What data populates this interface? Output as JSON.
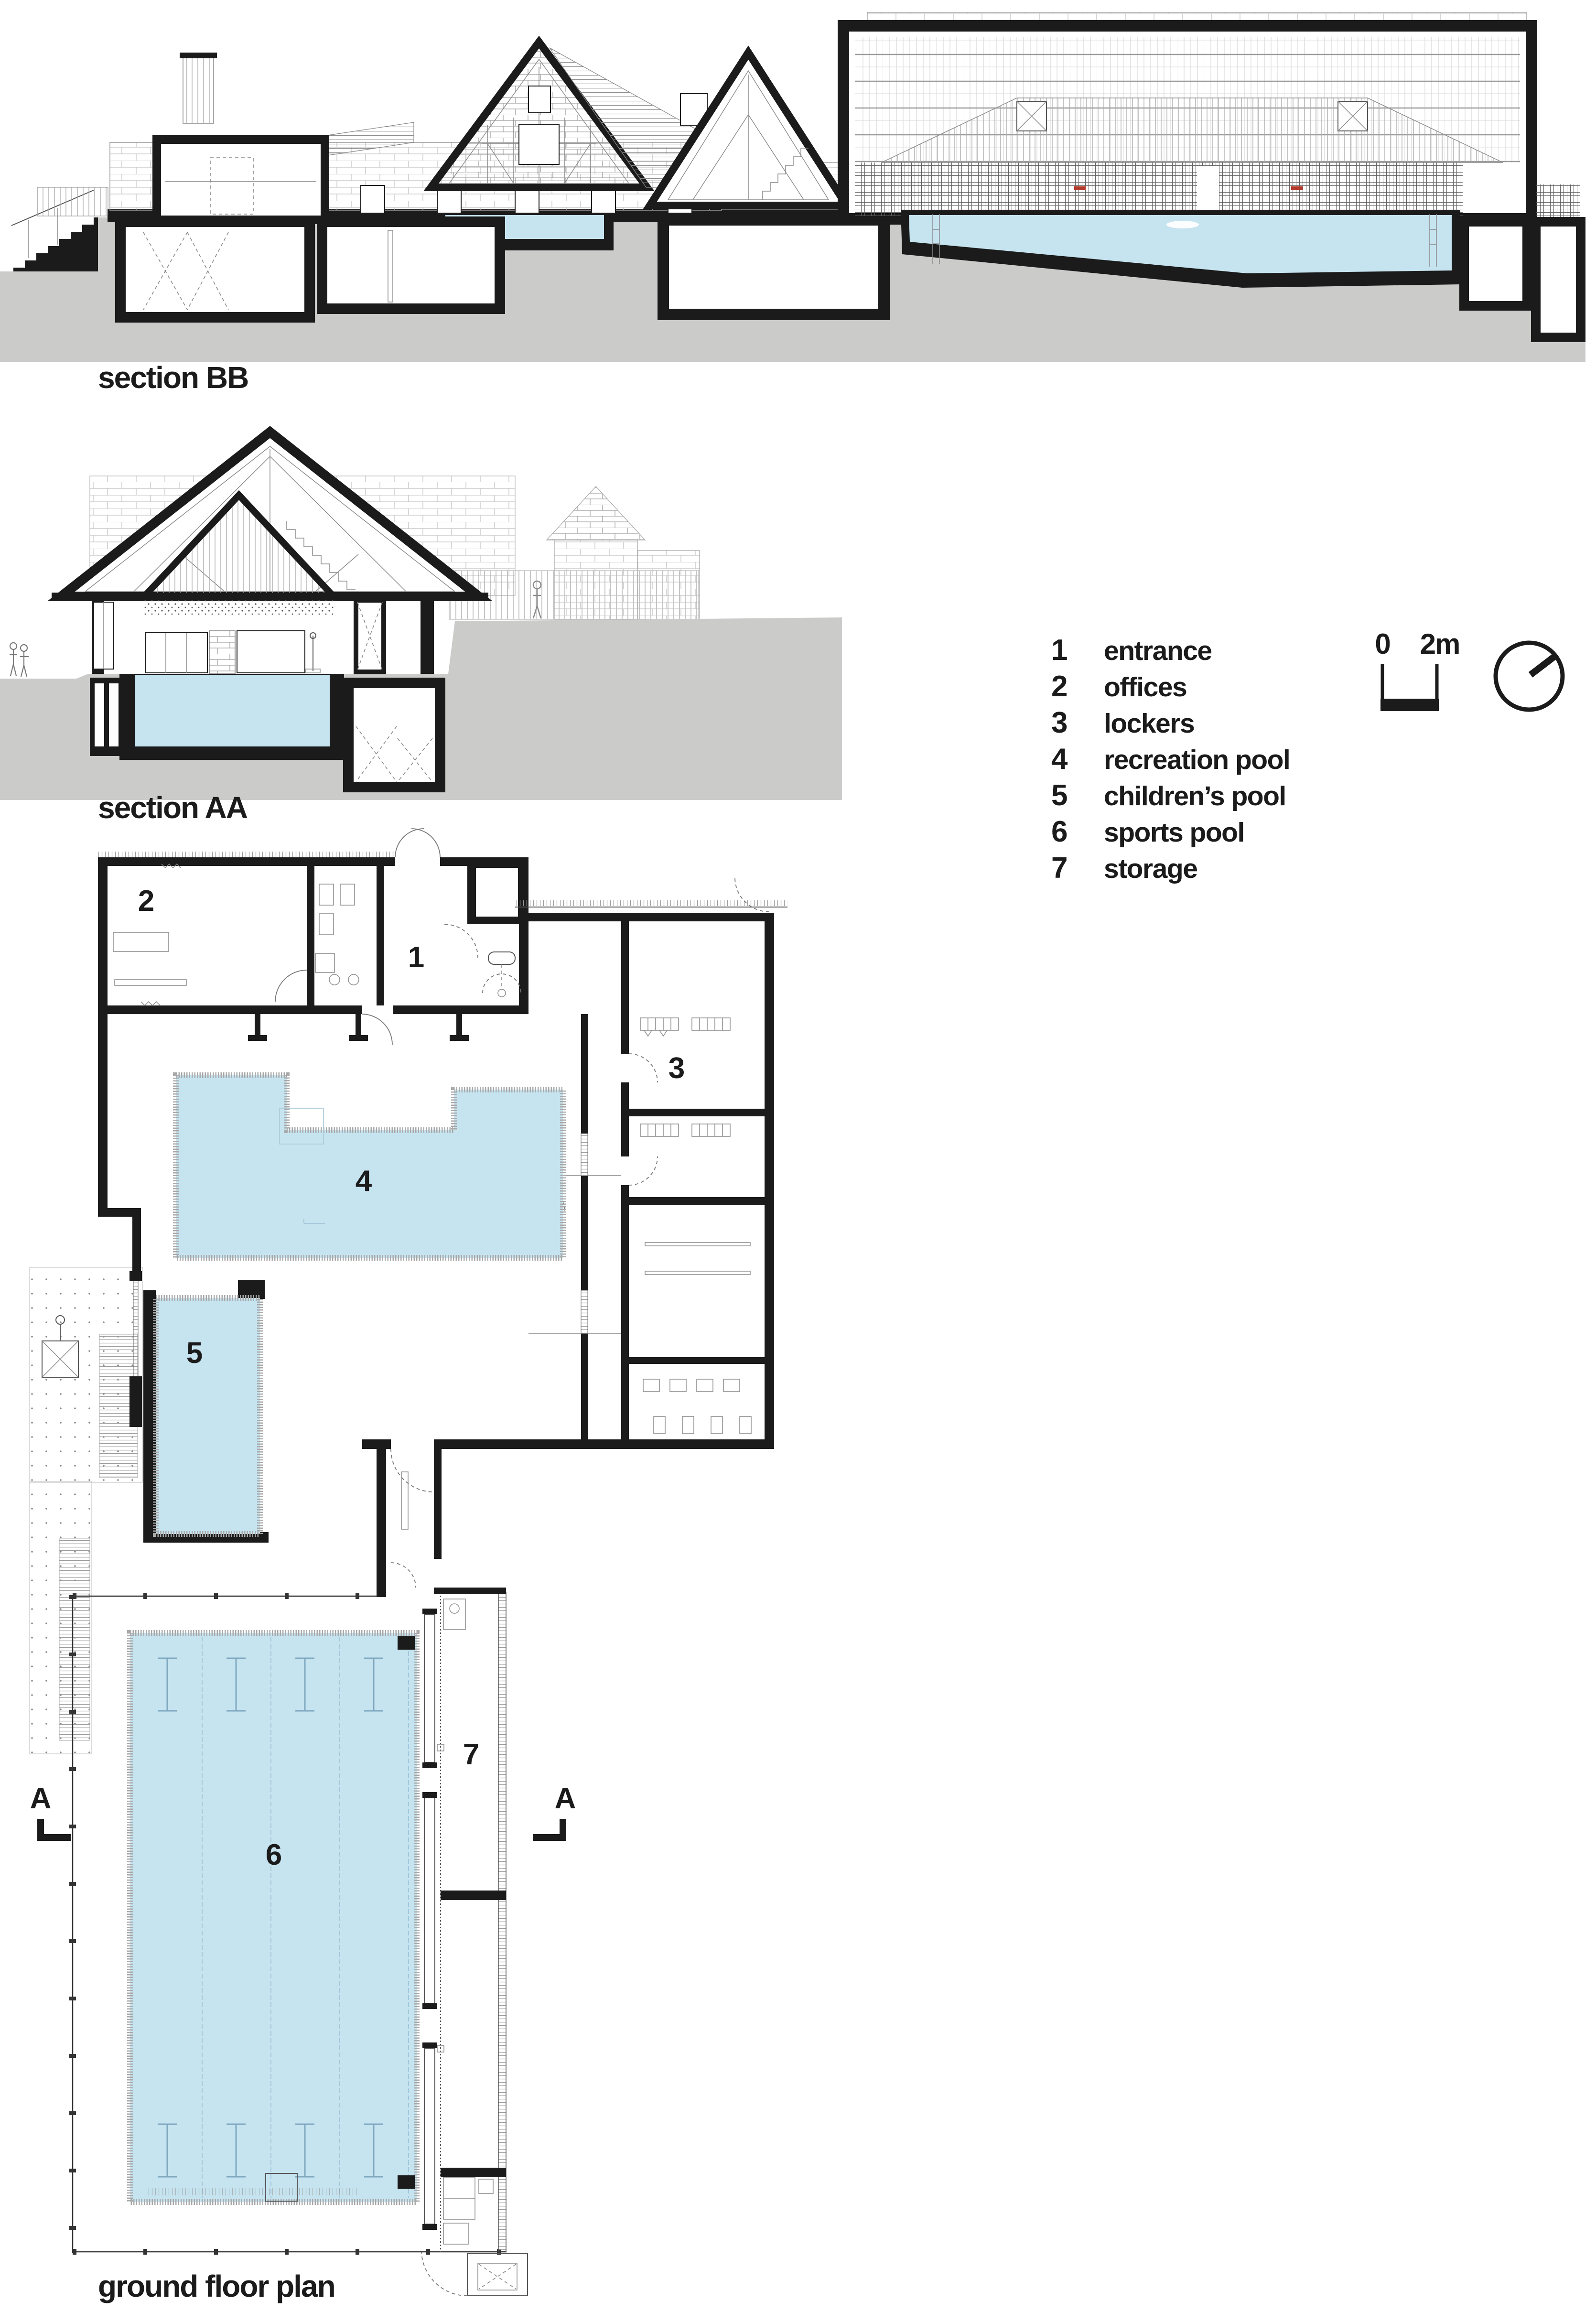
{
  "titles": {
    "section_bb": "section BB",
    "section_aa": "section AA",
    "ground_floor": "ground floor plan"
  },
  "legend": {
    "items": [
      {
        "number": "1",
        "label": "entrance"
      },
      {
        "number": "2",
        "label": "offices"
      },
      {
        "number": "3",
        "label": "lockers"
      },
      {
        "number": "4",
        "label": "recreation pool"
      },
      {
        "number": "5",
        "label": "children’s pool"
      },
      {
        "number": "6",
        "label": "sports pool"
      },
      {
        "number": "7",
        "label": "storage"
      }
    ]
  },
  "scale_bar": {
    "start": "0",
    "end": "2m"
  },
  "north_arrow": {
    "icon": "north-arrow-icon"
  },
  "plan": {
    "rooms": {
      "entrance": "1",
      "offices": "2",
      "lockers": "3",
      "recreation_pool": "4",
      "childrens_pool": "5",
      "sports_pool": "6",
      "storage": "7"
    },
    "section_markers": {
      "left": "A",
      "right": "A"
    }
  },
  "colors": {
    "pool": "#c6e4f0",
    "ground": "#cbcbca",
    "ink": "#1b1b1b"
  }
}
